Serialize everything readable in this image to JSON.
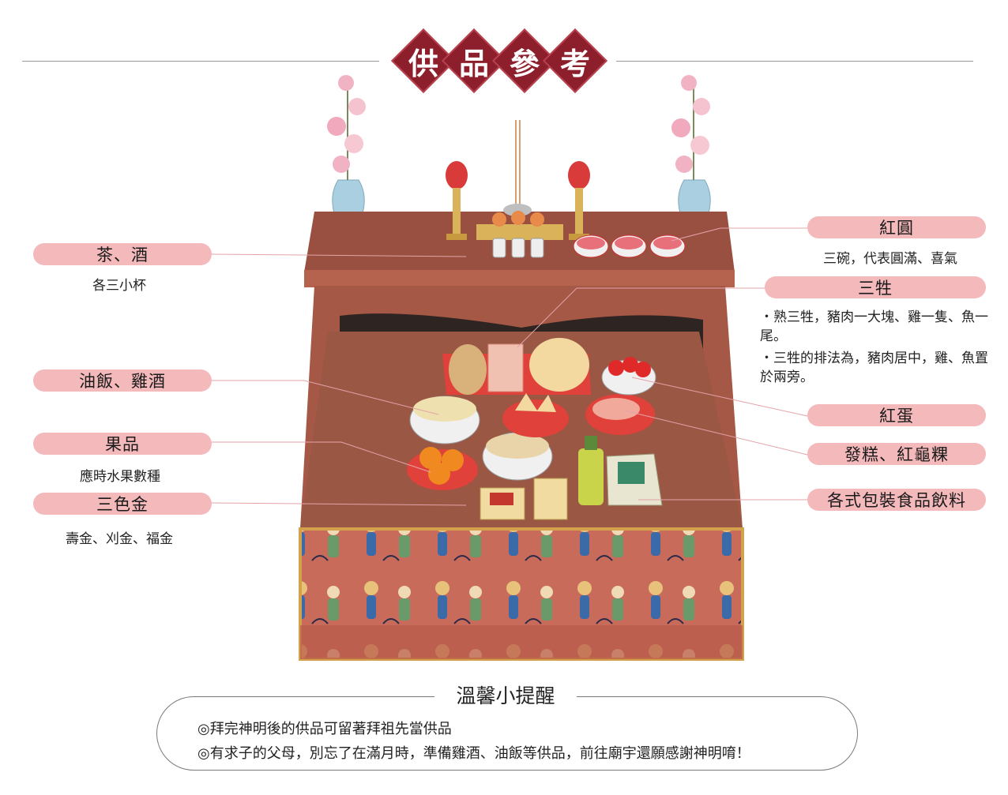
{
  "title": [
    "供",
    "品",
    "參",
    "考"
  ],
  "labels": {
    "tea_wine": {
      "name": "茶、酒",
      "note": "各三小杯"
    },
    "oil_rice": {
      "name": "油飯、雞酒"
    },
    "fruit": {
      "name": "果品",
      "note": "應時水果數種"
    },
    "gold": {
      "name": "三色金",
      "note": "壽金、刈金、福金"
    },
    "red_round": {
      "name": "紅圓",
      "note": "三碗，代表圓滿、喜氣"
    },
    "three_sacrifices": {
      "name": "三牲",
      "bullets": [
        "・熟三牲，豬肉一大塊、雞一隻、魚一尾。",
        "・三牲的排法為，豬肉居中，雞、魚置於兩旁。"
      ]
    },
    "red_egg": {
      "name": "紅蛋"
    },
    "cakes": {
      "name": "發糕、紅龜粿"
    },
    "packaged": {
      "name": "各式包裝食品飲料"
    }
  },
  "tips": {
    "title": "溫馨小提醒",
    "lines": [
      "◎拜完神明後的供品可留著拜祖先當供品",
      "◎有求子的父母，別忘了在滿月時，準備雞酒、油飯等供品，前往廟宇還願感謝神明唷！"
    ]
  },
  "colors": {
    "banner": "#8c1f2b",
    "pill": "#f4b9bb",
    "altar_top": "#9a5040",
    "altar_front": "#c86a58"
  }
}
